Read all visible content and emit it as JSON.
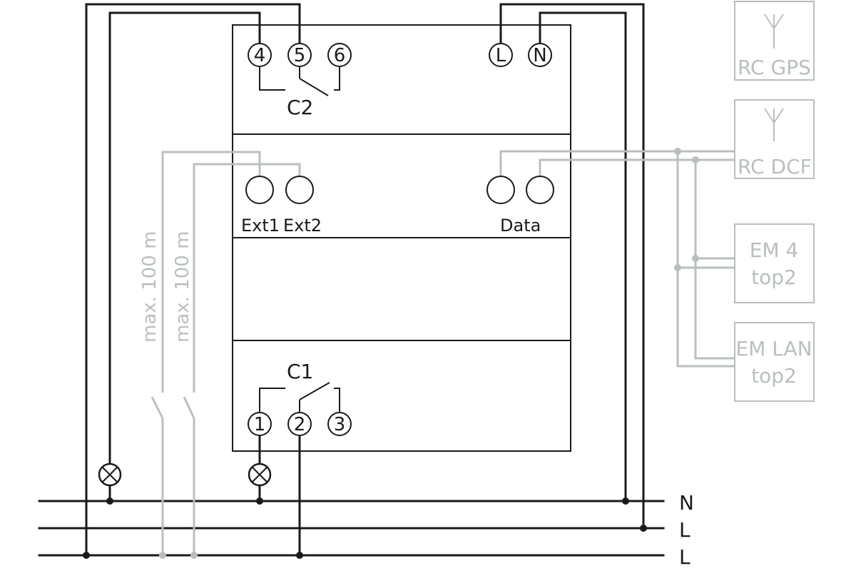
{
  "device": {
    "relay_c2": {
      "label": "C2",
      "terminals": [
        "4",
        "5",
        "6"
      ]
    },
    "power": {
      "terminals": [
        "L",
        "N"
      ]
    },
    "inputs": {
      "ext1": "Ext1",
      "ext2": "Ext2",
      "data": "Data"
    },
    "relay_c1": {
      "label": "C1",
      "terminals": [
        "1",
        "2",
        "3"
      ]
    }
  },
  "cable_limits": [
    "max. 100 m",
    "max. 100 m"
  ],
  "peripherals": {
    "rc_gps": "RC GPS",
    "rc_dcf": "RC DCF",
    "em4": [
      "EM 4",
      "top2"
    ],
    "emlan": [
      "EM LAN",
      "top2"
    ]
  },
  "mains": [
    "N",
    "L",
    "L"
  ],
  "colors": {
    "line": "#1a1a1a",
    "secondary_line": "#b9bfbf"
  }
}
